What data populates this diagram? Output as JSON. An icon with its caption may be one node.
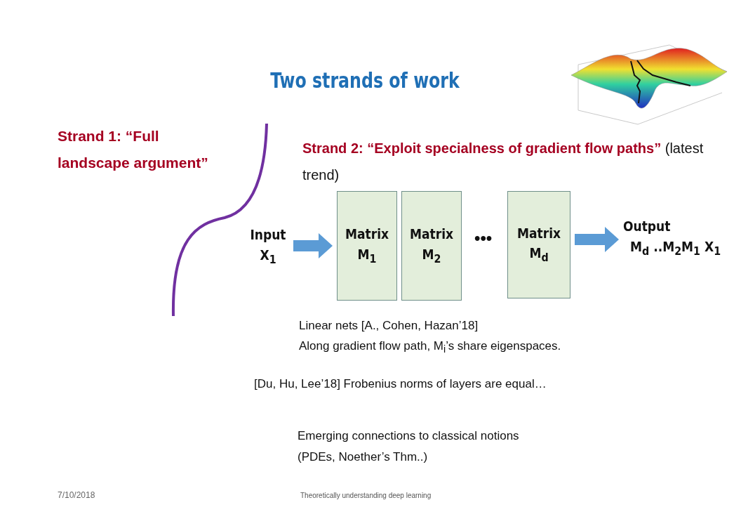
{
  "diagram": {
    "title": "Two strands of work",
    "nodes": [
      {
        "text": [
          "Input X$_{1}$"
        ]
      },
      {
        "text": [
          "Matrix M$_{1}$"
        ]
      },
      {
        "text": [
          "Matrix M$_{2}$"
        ]
      },
      {
        "text": [
          "Matrix M$_{d}$"
        ]
      },
      {
        "text": [
          "Output",
          "M$_{d}$ ..M$_{2}$M$_{1}$ X$_{1}$"
        ]
      }
    ],
    "edges": [
      {
        "from": 0,
        "to": 1,
        "arrow": "to"
      },
      {
        "from": 3,
        "to": 4,
        "arrow": "to"
      }
    ],
    "labels": [
      "Strand 1: “Full landscape argument”",
      "**Strand 2: “Exploit specialness of gradient flow paths”** (latest trend)",
      "•••",
      "Linear nets [A., Cohen, Hazan’18]",
      "Along gradient flow path, M$_{i}$’s share eigenspaces.",
      "[Du, Hu, Lee’18] Frobenius norms of layers are equal…",
      "Emerging connections to classical notions (PDEs, Noether’s Thm..)",
      "7/10/2018",
      "Theoretically understanding deep learning"
    ]
  }
}
